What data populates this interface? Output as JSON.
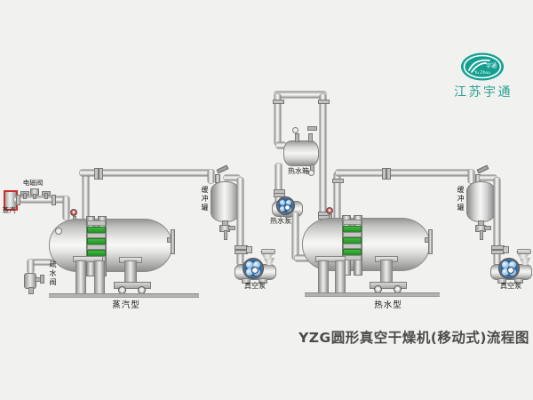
{
  "title": "YZG圆形真空干燥机(移动式)流程图",
  "logo": {
    "brand": "江苏宇通",
    "mark_cn": "宇通",
    "mark_en": "Yu Zhou"
  },
  "steam_system": {
    "steam_label": "蒸汽",
    "solenoid_valve_label": "电磁阀",
    "steam_trap_label": "疏水阀",
    "type_label": "蒸汽型",
    "buffer_tank_label": "缓冲罐",
    "vacuum_pump_label": "真空泵"
  },
  "hot_water_system": {
    "hot_water_tank_label": "热水箱",
    "hot_water_pump_label": "热水泵",
    "type_label": "热水型",
    "buffer_tank_label": "缓冲罐",
    "vacuum_pump_label": "真空泵"
  },
  "colors": {
    "background": "#f1f1ef",
    "brand_teal": "#14a091",
    "clamp_green": "#2fa02f",
    "steam_red": "#cc2e2e",
    "impeller_blue": "#1f6db5",
    "title_text": "#4b4b4b"
  }
}
